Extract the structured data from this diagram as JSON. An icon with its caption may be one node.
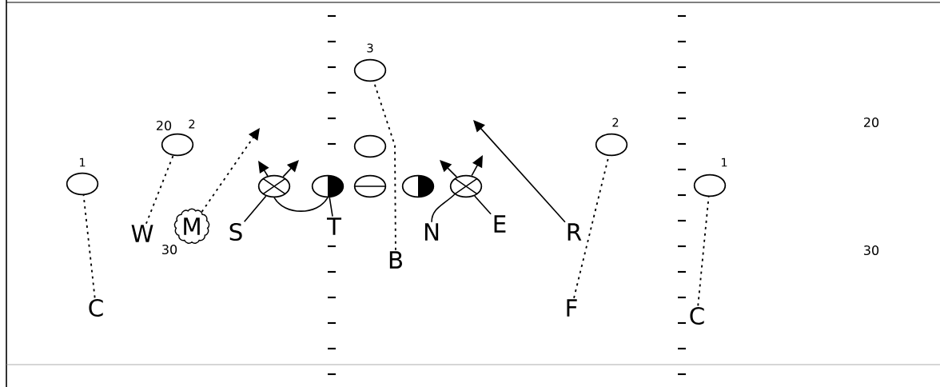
{
  "diagram": {
    "nodes": [
      {
        "text": [],
        "shape": "circle",
        "beside": [
          "1"
        ]
      },
      {
        "text": [],
        "shape": "circle",
        "beside": [
          "2"
        ]
      },
      {
        "text": [],
        "shape": "circle",
        "beside": [
          "3"
        ]
      },
      {
        "text": [],
        "shape": "circle"
      },
      {
        "text": [],
        "shape": "circle"
      },
      {
        "text": [],
        "shape": "circle"
      },
      {
        "text": [],
        "shape": "circle"
      },
      {
        "text": [],
        "shape": "circle"
      },
      {
        "text": [],
        "shape": "circle"
      },
      {
        "text": [],
        "shape": "circle",
        "beside": [
          "2"
        ]
      },
      {
        "text": [],
        "shape": "circle",
        "beside": [
          "1"
        ]
      },
      {
        "text": [
          "C"
        ]
      },
      {
        "text": [
          "W"
        ]
      },
      {
        "text": [
          "M"
        ]
      },
      {
        "text": [
          "S"
        ]
      },
      {
        "text": [
          "T"
        ]
      },
      {
        "text": [
          "B"
        ]
      },
      {
        "text": [
          "N"
        ]
      },
      {
        "text": [
          "E"
        ]
      },
      {
        "text": [
          "R"
        ]
      },
      {
        "text": [
          "F"
        ]
      },
      {
        "text": [
          "C"
        ]
      }
    ],
    "edges": [
      {
        "from": 11,
        "to": 0,
        "arrow": "none",
        "style": "dashed"
      },
      {
        "from": 12,
        "to": 1,
        "arrow": "none",
        "style": "dashed"
      },
      {
        "from": 13,
        "to": null,
        "arrow": "to",
        "style": "dashed"
      },
      {
        "from": 14,
        "to": 4,
        "arrow": "none"
      },
      {
        "from": 4,
        "to": null,
        "arrow": "to"
      },
      {
        "from": 4,
        "to": null,
        "arrow": "to"
      },
      {
        "from": 4,
        "to": 5,
        "arrow": "none"
      },
      {
        "from": 15,
        "to": 5,
        "arrow": "none"
      },
      {
        "from": 16,
        "to": 2,
        "arrow": "none",
        "style": "dashed"
      },
      {
        "from": 17,
        "to": 8,
        "arrow": "none"
      },
      {
        "from": 18,
        "to": 8,
        "arrow": "none"
      },
      {
        "from": 8,
        "to": null,
        "arrow": "to"
      },
      {
        "from": 8,
        "to": null,
        "arrow": "to"
      },
      {
        "from": 19,
        "to": null,
        "arrow": "to"
      },
      {
        "from": 20,
        "to": 9,
        "arrow": "none",
        "style": "dashed"
      },
      {
        "from": 21,
        "to": 10,
        "arrow": "none",
        "style": "dashed"
      }
    ],
    "labels": [
      "20",
      "20",
      "30",
      "30"
    ]
  }
}
